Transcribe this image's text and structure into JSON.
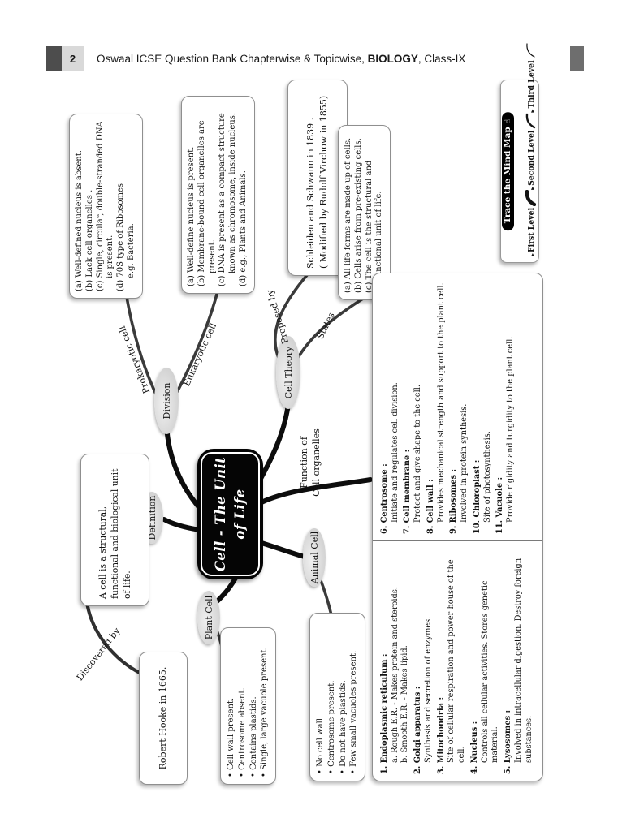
{
  "header": {
    "page_number": "2",
    "title_prefix": "Oswaal ICSE Question Bank Chapterwise & Topicwise, ",
    "title_bold": "BIOLOGY",
    "title_suffix": ", Class-IX"
  },
  "ribbon": {
    "title": "Trace the Mind Map",
    "hand_icon": "☝",
    "marker": "▸",
    "levels": [
      "First Level",
      "Second Level",
      "Third Level"
    ]
  },
  "central": {
    "line1": "Cell - The Unit",
    "line2": "of Life"
  },
  "labels": {
    "division": "Division",
    "prokaryotic": "Prokaryotic cell",
    "eukaryotic": "Eukaryotic cell",
    "cell_theory": "Cell Theory",
    "proposed_by": "Proposed by",
    "states": "States",
    "definition": "Definition",
    "discovered_by": "Discovered by",
    "plant_cell": "Plant Cell",
    "animal_cell": "Animal Cell",
    "function_line1": "Function of",
    "function_line2": "Cell organelles"
  },
  "boxes": {
    "prokaryotic": {
      "items": [
        "(a) Well-defined nucleus is absent.",
        "(b) Lack cell organelles .",
        "(c) Single, circular, double-stranded DNA is present.",
        "(d) 70S type of Ribosomes",
        "e.g. Bacteria."
      ]
    },
    "eukaryotic": {
      "items": [
        "(a) Well-define nucleus is present.",
        "(b) Membrane-bound cell organelles are present.",
        "(c) DNA is present as a compact structure known as chromosome, inside nucleus.",
        "(d) e.g., Plants and Animals."
      ]
    },
    "proposed": {
      "line1": "Schleiden and Schwann in 1839 .",
      "line2": "( Modified by Rudolf Virchow in 1855)"
    },
    "states": {
      "items": [
        "(a) All life forms are made up of cells.",
        "(b) Cells arise from pre-existing cells.",
        "(c) The cell is the structural and functional unit of life."
      ]
    },
    "definition": {
      "text": "A cell is a structural, functional and biological unit  of life."
    },
    "discovered": {
      "text": "Robert Hooke in 1665."
    },
    "plant": {
      "items": [
        "• Cell wall present.",
        "• Centrosome absent.",
        "• Contains plastids.",
        "• Single, large vacuole present."
      ]
    },
    "animal": {
      "items": [
        "• No cell wall.",
        "• Centrosome present.",
        "• Do not have plastids.",
        "• Few small vacuoles present."
      ]
    },
    "organelles_left": [
      {
        "head": "1. Endoplasmic reticulum :",
        "d1": "a. Rough E.R. - Makes protein and steroids.",
        "d2": "b. Smooth E.R. - Makes lipid."
      },
      {
        "head": "2. Golgi apparatus :",
        "d1": "Synthesis and secretion of enzymes."
      },
      {
        "head": "3. Mitochondria :",
        "d1": "Site of cellular respiration and power house of the cell."
      },
      {
        "head": "4. Nucleus :",
        "d1": "Controls all cellular activities. Stores genetic material."
      },
      {
        "head": "5. Lysosomes :",
        "d1": "Involved in intracellular digestion. Destroy foreign substances."
      }
    ],
    "organelles_right": [
      {
        "head": "6. Centrosome :",
        "d1": "Initiate and regulates cell division."
      },
      {
        "head": "7. Cell membrane :",
        "d1": "Protect and give shape to the cell."
      },
      {
        "head": "8. Cell wall :",
        "d1": "Provides mechanical strength and support to the plant cell."
      },
      {
        "head": "9. Ribosomes :",
        "d1": "Involved in protein synthesis."
      },
      {
        "head": "10. Chloroplast :",
        "d1": "Site of photosynthesis."
      },
      {
        "head": "11. Vacuole :",
        "d1": "Provide rigidity and turgidity to the plant cell."
      }
    ]
  },
  "colors": {
    "branch_level1": "#0d0d0d",
    "branch_level2": "#3a3a3a",
    "ellipse_fill": "#d9d9d9",
    "central_bg": "#050505",
    "header_square_left": "#4d4d4d",
    "header_square_right": "#6e6e6e",
    "page_number_bg": "#d9d9d9"
  }
}
